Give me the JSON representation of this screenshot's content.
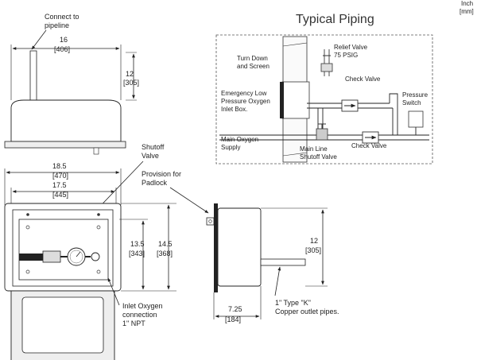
{
  "units": {
    "line1": "Inch",
    "line2": "[mm]"
  },
  "piping": {
    "title": "Typical Piping",
    "labels": {
      "turn_down": [
        "Turn Down",
        "and Screen"
      ],
      "relief_valve": [
        "Relief Valve",
        "75 PSIG"
      ],
      "check_valve_top": "Check Valve",
      "emergency": [
        "Emergency Low",
        "Pressure Oxygen",
        "Inlet Box."
      ],
      "pressure_switch": [
        "Pressure",
        "Switch"
      ],
      "main_supply": [
        "Main Oxygen",
        "Supply"
      ],
      "main_line": [
        "Main Line",
        "Shutoff Valve"
      ],
      "check_valve_bottom": "Check Valve"
    }
  },
  "top_view": {
    "connect": [
      "Connect to",
      "pipeline"
    ],
    "width_in": "16",
    "width_mm": "[406]",
    "height_in": "12",
    "height_mm": "[305]"
  },
  "front_view": {
    "shutoff": [
      "Shutoff",
      "Valve"
    ],
    "padlock": [
      "Provision for",
      "Padlock"
    ],
    "w1_in": "18.5",
    "w1_mm": "[470]",
    "w2_in": "17.5",
    "w2_mm": "[445]",
    "h1_in": "13.5",
    "h1_mm": "[343]",
    "h2_in": "14.5",
    "h2_mm": "[368]",
    "inlet": [
      "Inlet Oxygen",
      "connection",
      "1\" NPT"
    ]
  },
  "side_view": {
    "h_in": "12",
    "h_mm": "[305]",
    "d_in": "7.25",
    "d_mm": "[184]",
    "outlet": [
      "1\" Type \"K\"",
      "Copper outlet pipes."
    ]
  }
}
